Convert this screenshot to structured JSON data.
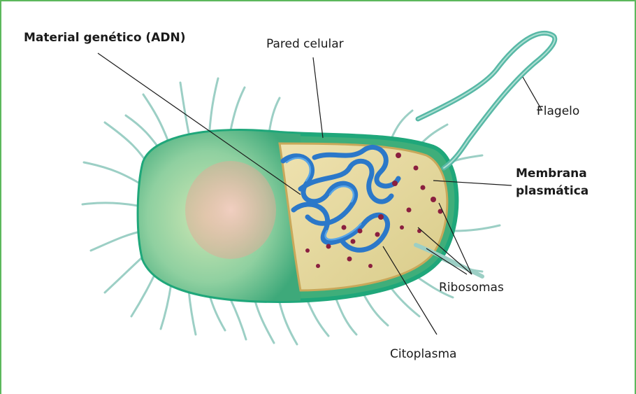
{
  "labels": {
    "genetic_material": "Material genético (ADN)",
    "cell_wall": "Pared celular",
    "flagellum": "Flagelo",
    "membrane_line1": "Membrana",
    "membrane_line2": "plasmática",
    "ribosomes": "Ribosomas",
    "cytoplasm": "Citoplasma"
  },
  "colors": {
    "frame": "#5cb85c",
    "cell_outer": "#3fae7a",
    "cell_wall": "#1fa77a",
    "cytoplasm": "#e8dba0",
    "dna": "#2b78c9",
    "ribosome": "#8a1f3f",
    "pili": "#9ccfc5",
    "nucleoid_area": "#e9b7a8"
  }
}
